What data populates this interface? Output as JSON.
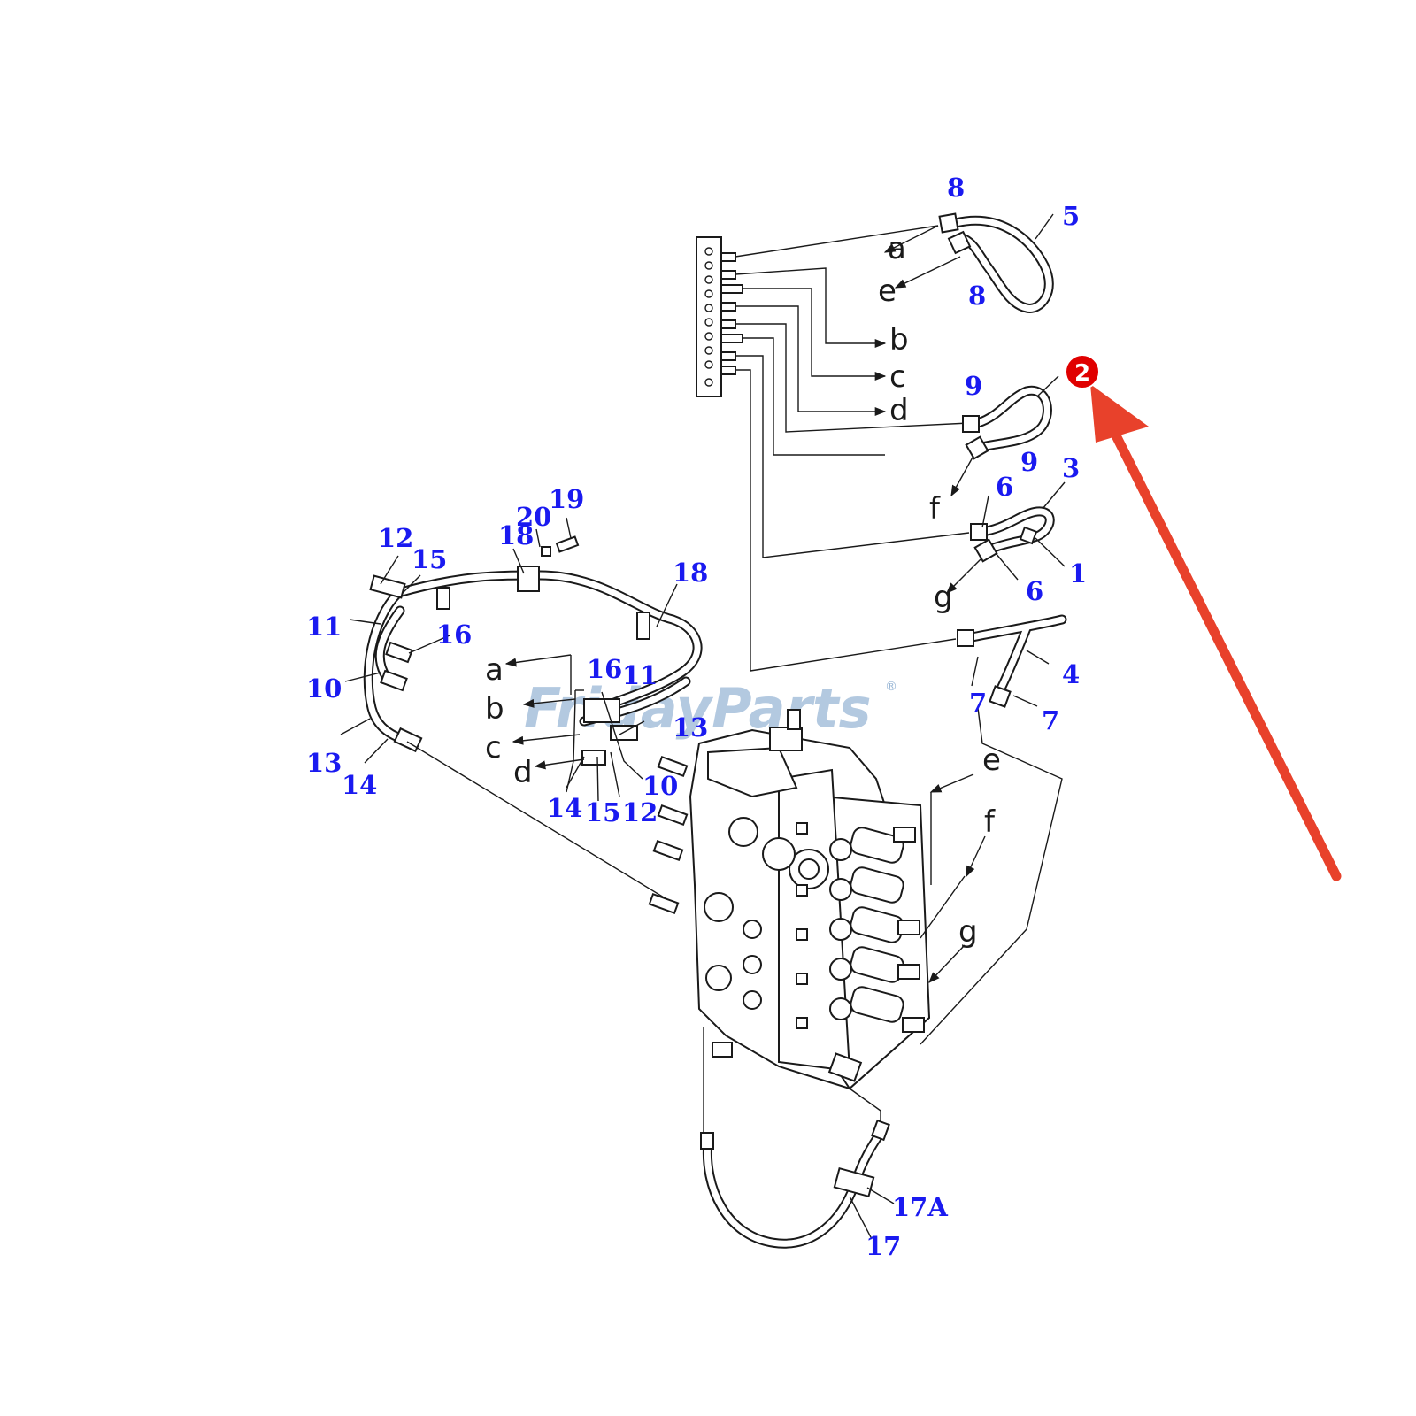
{
  "watermark": {
    "text": "FridayParts",
    "mark": "®"
  },
  "badge": {
    "label": "2",
    "color": "#e00000"
  },
  "arrow_color": "#e8412b",
  "label_color": "#1a1af0",
  "part_numbers": {
    "n1": "1",
    "n3": "3",
    "n4": "4",
    "n5": "5",
    "n6a": "6",
    "n6b": "6",
    "n7a": "7",
    "n7b": "7",
    "n8a": "8",
    "n8b": "8",
    "n9a": "9",
    "n9b": "9",
    "n10a": "10",
    "n10b": "10",
    "n11a": "11",
    "n11b": "11",
    "n12a": "12",
    "n12b": "12",
    "n13a": "13",
    "n13b": "13",
    "n14a": "14",
    "n14b": "14",
    "n15a": "15",
    "n15b": "15",
    "n16a": "16",
    "n16b": "16",
    "n17": "17",
    "n17a": "17A",
    "n18a": "18",
    "n18b": "18",
    "n19": "19",
    "n20": "20"
  },
  "connection_letters": {
    "a1": "a",
    "b1": "b",
    "c1": "c",
    "d1": "d",
    "e1": "e",
    "e2": "e",
    "f1": "f",
    "f2": "f",
    "g1": "g",
    "g2": "g",
    "a2": "a",
    "b2": "b",
    "c2": "c",
    "d2": "d"
  }
}
